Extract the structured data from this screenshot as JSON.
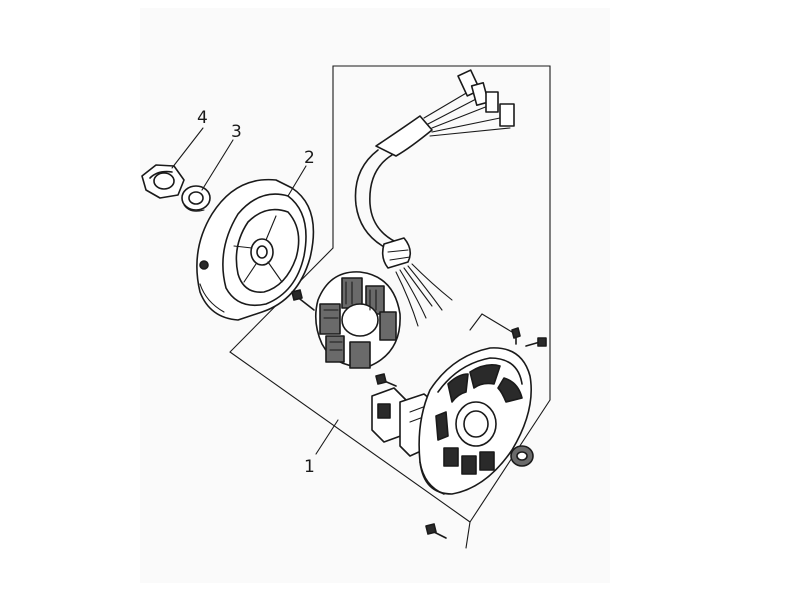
{
  "callouts": [
    {
      "number": "1",
      "part": "stator-assembly"
    },
    {
      "number": "2",
      "part": "flywheel-rotor"
    },
    {
      "number": "3",
      "part": "washer"
    },
    {
      "number": "4",
      "part": "nut"
    }
  ]
}
